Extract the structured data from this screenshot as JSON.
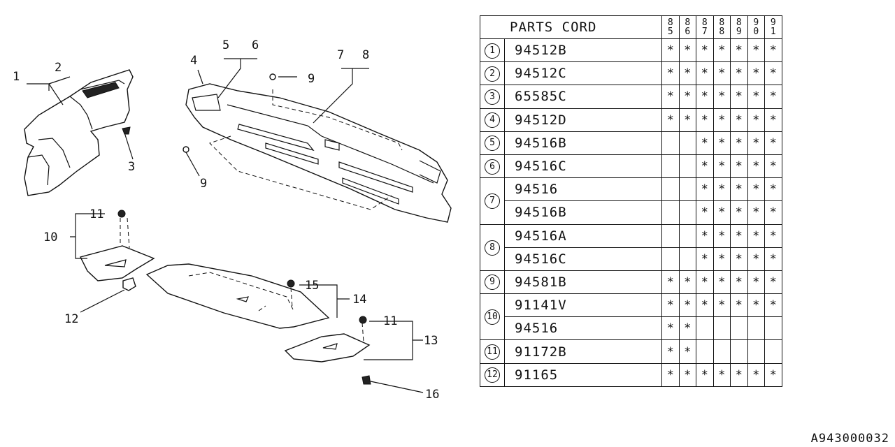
{
  "diagram": {
    "callouts": [
      "1",
      "2",
      "3",
      "4",
      "5",
      "6",
      "7",
      "8",
      "9",
      "9",
      "10",
      "11",
      "11",
      "12",
      "13",
      "14",
      "15",
      "16"
    ]
  },
  "table": {
    "header_title": "PARTS CORD",
    "years": [
      [
        "8",
        "5"
      ],
      [
        "8",
        "6"
      ],
      [
        "8",
        "7"
      ],
      [
        "8",
        "8"
      ],
      [
        "8",
        "9"
      ],
      [
        "9",
        "0"
      ],
      [
        "9",
        "1"
      ]
    ],
    "rows": [
      {
        "num": "1",
        "code": "94512B",
        "marks": [
          "*",
          "*",
          "*",
          "*",
          "*",
          "*",
          "*"
        ]
      },
      {
        "num": "2",
        "code": "94512C",
        "marks": [
          "*",
          "*",
          "*",
          "*",
          "*",
          "*",
          "*"
        ]
      },
      {
        "num": "3",
        "code": "65585C",
        "marks": [
          "*",
          "*",
          "*",
          "*",
          "*",
          "*",
          "*"
        ]
      },
      {
        "num": "4",
        "code": "94512D",
        "marks": [
          "*",
          "*",
          "*",
          "*",
          "*",
          "*",
          "*"
        ]
      },
      {
        "num": "5",
        "code": "94516B",
        "marks": [
          "",
          "",
          "*",
          "*",
          "*",
          "*",
          "*"
        ]
      },
      {
        "num": "6",
        "code": "94516C",
        "marks": [
          "",
          "",
          "*",
          "*",
          "*",
          "*",
          "*"
        ]
      },
      {
        "num": "7",
        "code": "94516",
        "marks": [
          "",
          "",
          "*",
          "*",
          "*",
          "*",
          "*"
        ]
      },
      {
        "num": "",
        "code": "94516B",
        "marks": [
          "",
          "",
          "*",
          "*",
          "*",
          "*",
          "*"
        ]
      },
      {
        "num": "8",
        "code": "94516A",
        "marks": [
          "",
          "",
          "*",
          "*",
          "*",
          "*",
          "*"
        ]
      },
      {
        "num": "",
        "code": "94516C",
        "marks": [
          "",
          "",
          "*",
          "*",
          "*",
          "*",
          "*"
        ]
      },
      {
        "num": "9",
        "code": "94581B",
        "marks": [
          "*",
          "*",
          "*",
          "*",
          "*",
          "*",
          "*"
        ]
      },
      {
        "num": "10",
        "code": "91141V",
        "marks": [
          "*",
          "*",
          "*",
          "*",
          "*",
          "*",
          "*"
        ]
      },
      {
        "num": "",
        "code": "94516",
        "marks": [
          "*",
          "*",
          "",
          "",
          "",
          "",
          ""
        ]
      },
      {
        "num": "11",
        "code": "91172B",
        "marks": [
          "*",
          "*",
          "",
          "",
          "",
          "",
          ""
        ]
      },
      {
        "num": "12",
        "code": "91165",
        "marks": [
          "*",
          "*",
          "*",
          "*",
          "*",
          "*",
          "*"
        ]
      }
    ]
  },
  "footer_code": "A943000032"
}
